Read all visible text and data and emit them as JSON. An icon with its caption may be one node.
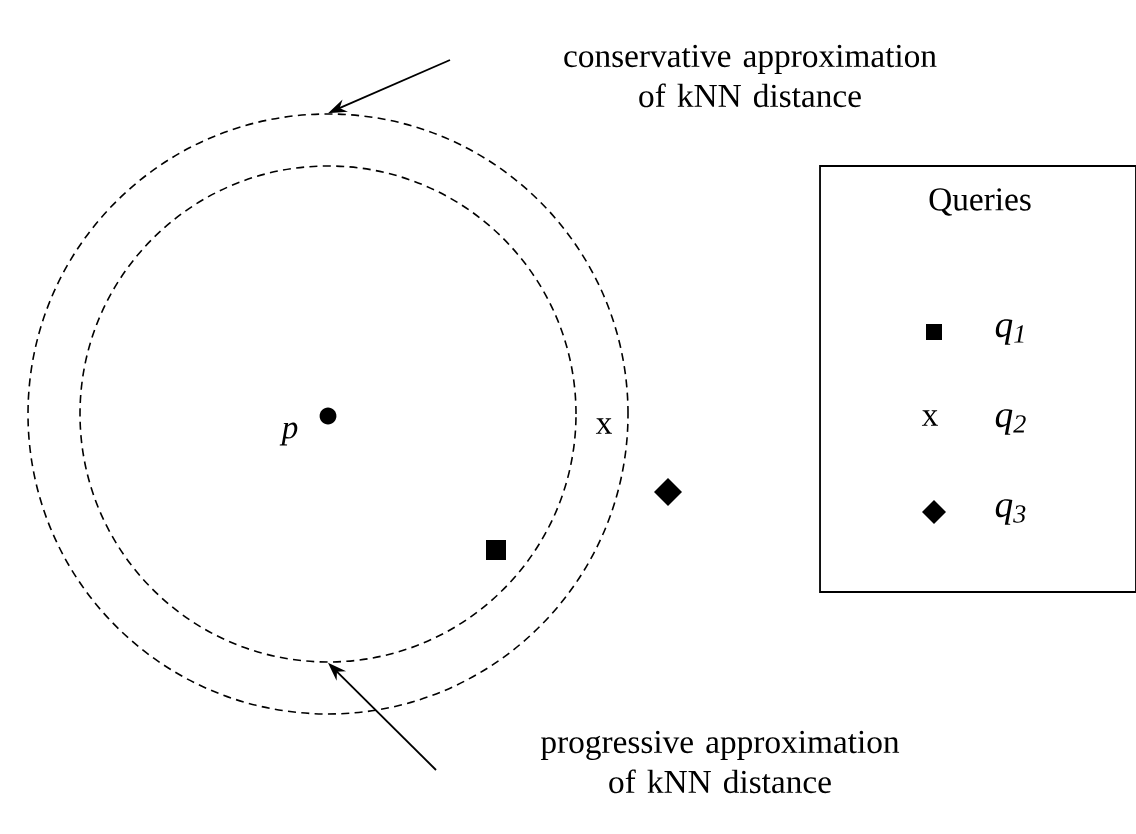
{
  "diagram": {
    "nodes": [
      {
        "text": [
          "conservative approximation of kNN distance"
        ]
      },
      {
        "text": [],
        "shape": "circle"
      },
      {
        "text": [
          "progressive approximation of kNN distance"
        ]
      },
      {
        "text": [],
        "shape": "circle",
        "in": 1
      }
    ],
    "edges": [
      {
        "from": 0,
        "to": 1,
        "arrow": "to"
      },
      {
        "from": 2,
        "to": 3,
        "arrow": "to"
      }
    ],
    "labels": [
      "Queries",
      "p",
      "x",
      "x"
    ],
    "legend": [
      {
        "text": "q$_{1}$"
      },
      {
        "text": "q$_{2}$"
      },
      {
        "text": "q$_{3}$"
      }
    ]
  }
}
